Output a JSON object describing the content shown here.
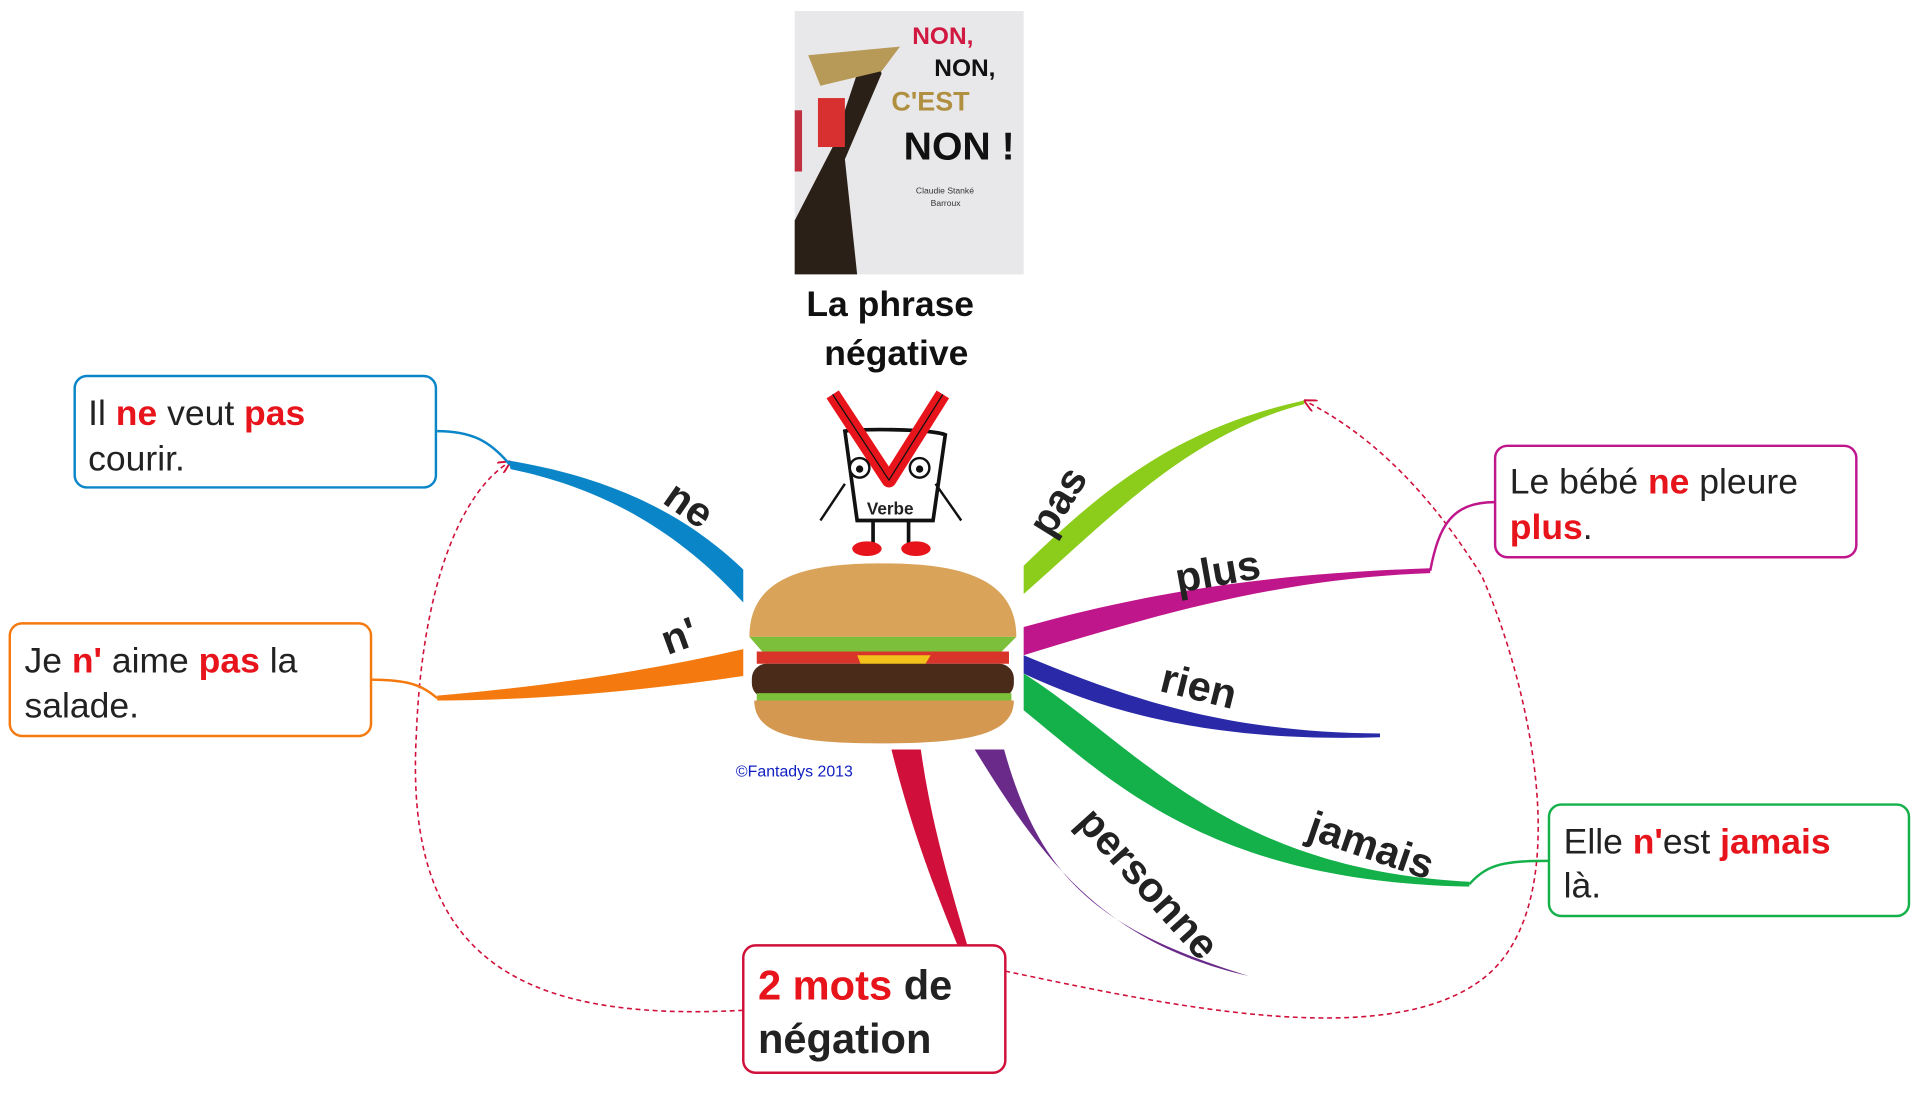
{
  "title": {
    "line1": "La phrase",
    "line2": "négative"
  },
  "book_cover": {
    "line1": "NON,",
    "line2": "NON,",
    "line3": "C'EST",
    "line4": "NON !",
    "author1": "Claudie Stanké",
    "author2": "Barroux"
  },
  "verb_figure": {
    "label": "Verbe"
  },
  "copyright": "©Fantadys 2013",
  "branches": {
    "ne": "ne",
    "n_apos": "n'",
    "pas": "pas",
    "plus": "plus",
    "rien": "rien",
    "jamais": "jamais",
    "personne": "personne"
  },
  "boxes": {
    "ne_example": {
      "w1": "Il ",
      "w2": "ne",
      "w3": " veut ",
      "w4": "pas",
      "line2": "courir."
    },
    "n_example": {
      "w1": "Je ",
      "w2": "n'",
      "w3": " aime ",
      "w4": "pas",
      "w5": " la",
      "line2": "salade."
    },
    "plus_example": {
      "w1": "Le bébé ",
      "w2": "ne",
      "w3": " pleure",
      "w4": "plus",
      "w5": "."
    },
    "jamais_example": {
      "w1": "Elle ",
      "w2": "n'",
      "w3": "est ",
      "w4": "jamais",
      "line2": "là."
    },
    "negation_note": {
      "w1": "2 mots",
      "w2": " de",
      "line2": "négation"
    }
  },
  "colors": {
    "ne": "#0a86c8",
    "n_apos": "#f47a10",
    "pas": "#8ccc1a",
    "plus": "#c0168c",
    "rien": "#2a2aa8",
    "jamais": "#14b04a",
    "personne": "#6a2a8a",
    "center": "#d0103a",
    "emphasis": "#e8141c"
  }
}
